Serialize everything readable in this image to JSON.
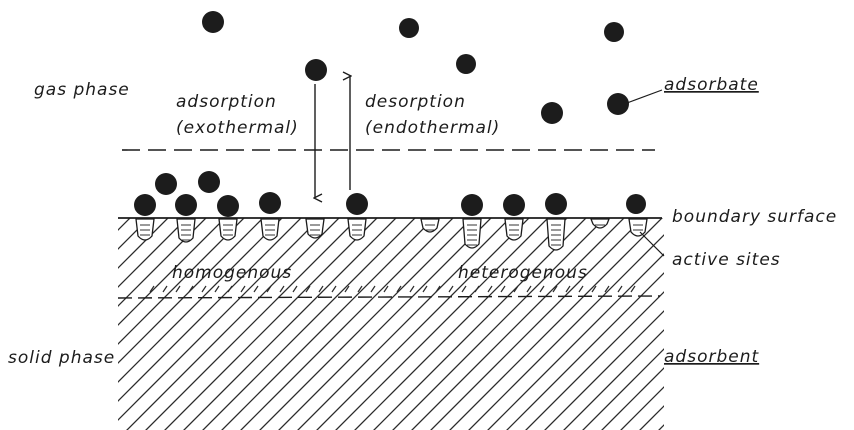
{
  "labels": {
    "gas_phase": "gas phase",
    "solid_phase": "solid phase",
    "adsorption_1": "adsorption",
    "adsorption_2": "(exothermal)",
    "desorption_1": "desorption",
    "desorption_2": "(endothermal)",
    "adsorbate": "adsorbate",
    "adsorbent": "adsorbent",
    "boundary_surface": "boundary surface",
    "active_sites": "active sites",
    "homogenous": "homogenous",
    "heterogenous": "heterogenous"
  },
  "colors": {
    "ink": "#1c1c1c",
    "hatch": "#2a2a2a",
    "background": "#ffffff"
  }
}
